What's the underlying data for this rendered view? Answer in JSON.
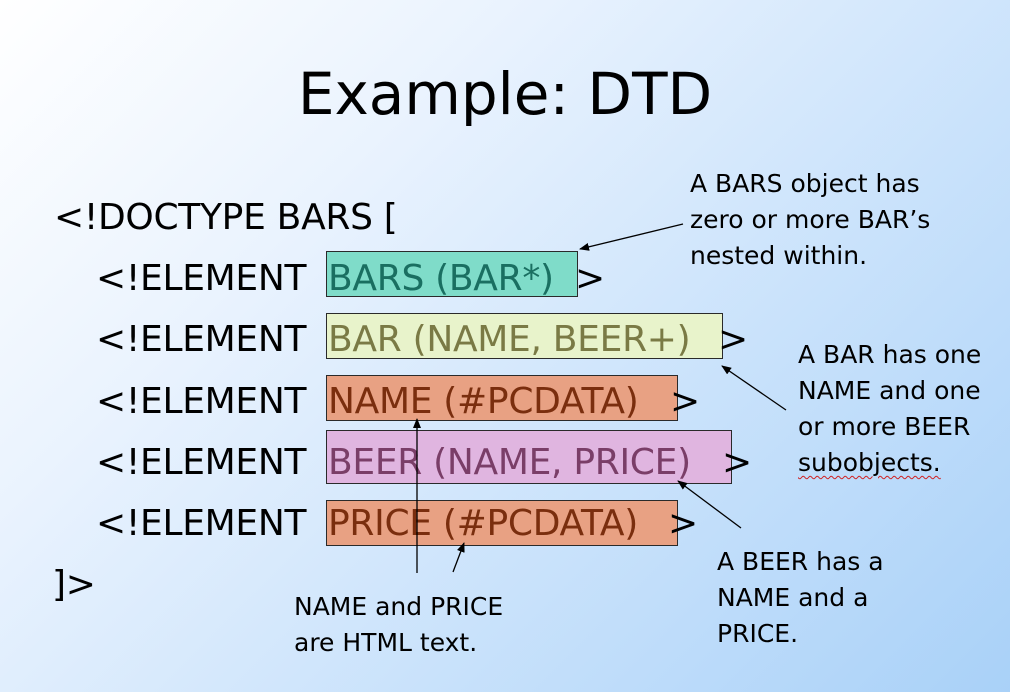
{
  "slide": {
    "title": "Example: DTD"
  },
  "dtd": {
    "doctype_open": "<!DOCTYPE BARS [",
    "element_kw": "<!ELEMENT",
    "lines": [
      {
        "decl": "BARS (BAR*)",
        "close": ">",
        "color": "#1a6f61",
        "bg": "#7fdcc9"
      },
      {
        "decl": "BAR (NAME, BEER+)",
        "close": ">",
        "color": "#7a7a45",
        "bg": "#e8f3cb"
      },
      {
        "decl": "NAME (#PCDATA)",
        "close": ">",
        "color": "#7a2e0e",
        "bg": "#e8a183"
      },
      {
        "decl": "BEER (NAME, PRICE)",
        "close": ">",
        "color": "#7a3e68",
        "bg": "#e0b5e0"
      },
      {
        "decl": "PRICE (#PCDATA)",
        "close": ">",
        "color": "#7a2e0e",
        "bg": "#e8a183"
      }
    ],
    "doctype_close": "]>"
  },
  "notes": {
    "bars": [
      "A BARS object has",
      "zero or more BAR’s",
      "nested within."
    ],
    "bar": [
      "A BAR has one",
      "NAME and one",
      "or more BEER",
      "subobjects."
    ],
    "beer": [
      "A BEER has a",
      "NAME and a",
      "PRICE."
    ],
    "name_price": [
      "NAME and PRICE",
      "are HTML text."
    ]
  }
}
